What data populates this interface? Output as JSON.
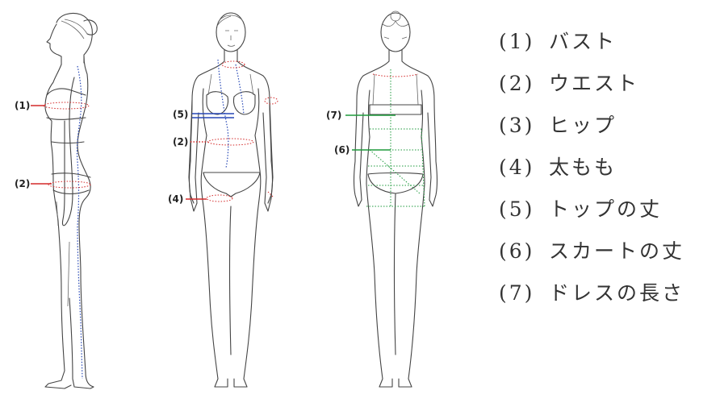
{
  "callouts": {
    "side": {
      "c1": "(1)",
      "c2": "(2)"
    },
    "front": {
      "c5": "(5)",
      "c2": "(2)",
      "c4": "(4)"
    },
    "back": {
      "c7": "(7)",
      "c6": "(6)"
    }
  },
  "legend": [
    {
      "num": "(1)",
      "label": "バスト"
    },
    {
      "num": "(2)",
      "label": "ウエスト"
    },
    {
      "num": "(3)",
      "label": "ヒップ"
    },
    {
      "num": "(4)",
      "label": "太もも"
    },
    {
      "num": "(5)",
      "label": "トップの丈"
    },
    {
      "num": "(6)",
      "label": "スカートの丈"
    },
    {
      "num": "(7)",
      "label": "ドレスの長さ"
    }
  ],
  "colors": {
    "red": "#d42a2a",
    "blue": "#2647b5",
    "green": "#1e9a3c",
    "outline": "#444444"
  }
}
